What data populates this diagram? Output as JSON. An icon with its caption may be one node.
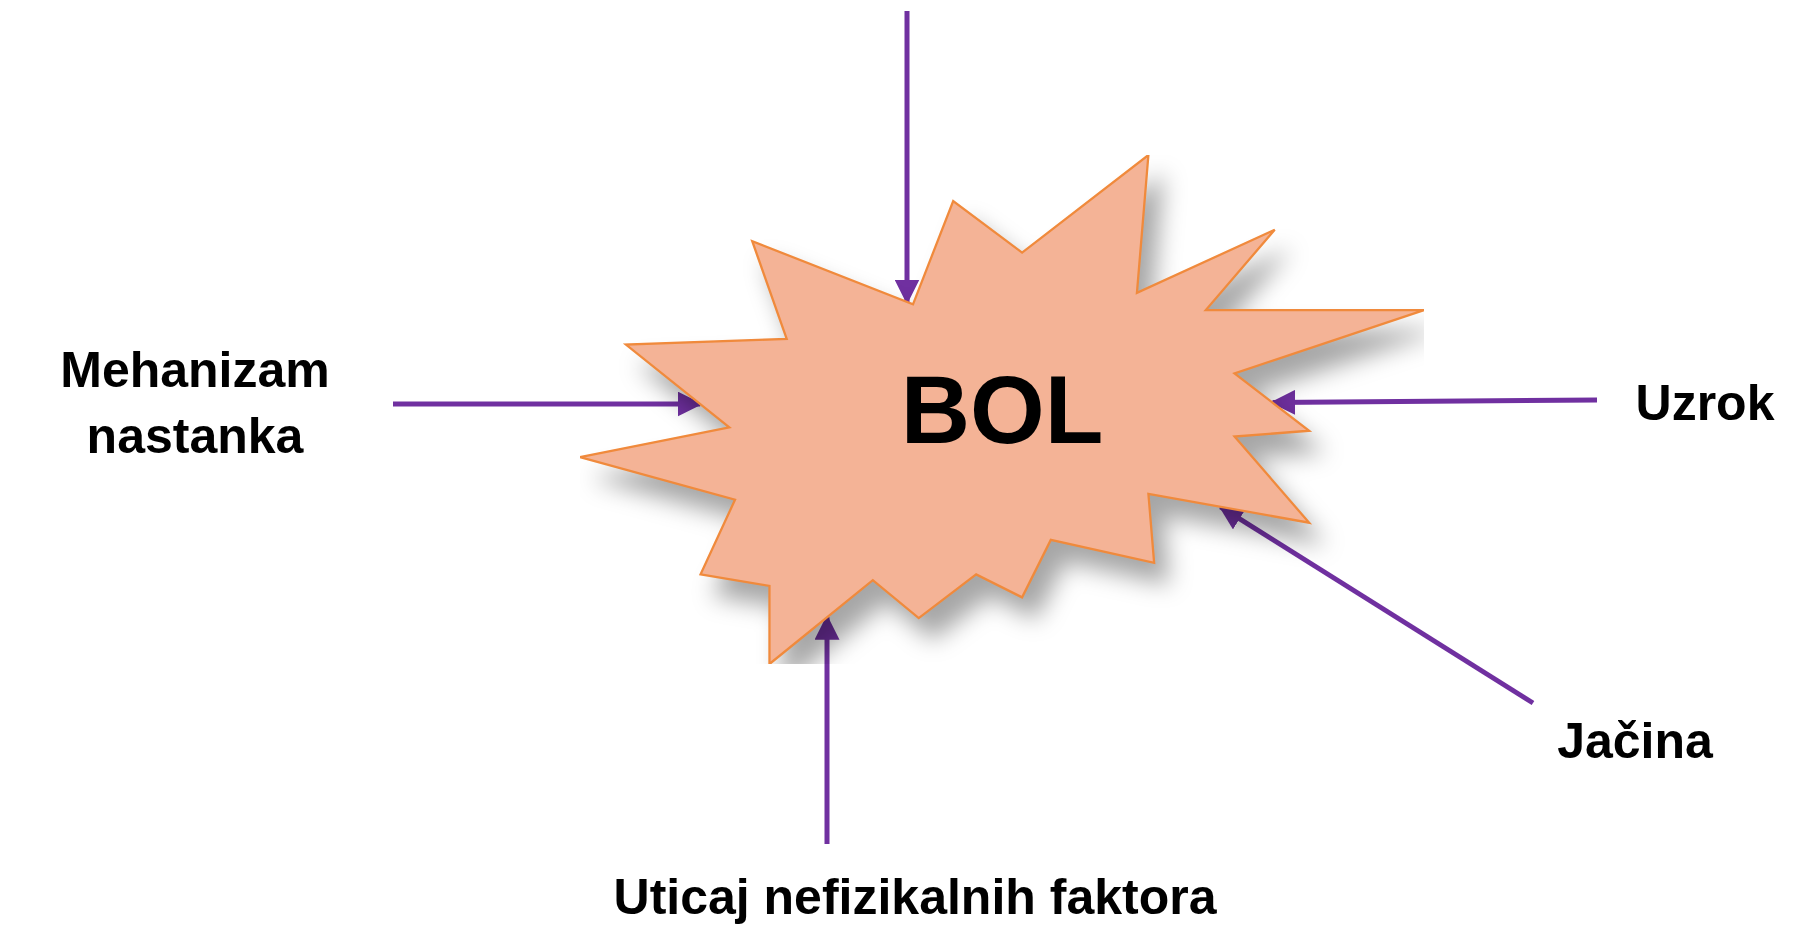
{
  "diagram": {
    "nodes": [
      {
        "text": [
          "Mehanizam nastanka"
        ]
      },
      {
        "text": [
          "BOL"
        ]
      },
      {
        "text": [
          "Uzrok"
        ]
      },
      {
        "text": [
          "Jačina"
        ]
      },
      {
        "text": [
          "Uticaj nefizikalnih faktora"
        ]
      }
    ],
    "edges": [
      {
        "from": null,
        "to": 1,
        "arrow": "to"
      },
      {
        "from": 0,
        "to": 1,
        "arrow": "to"
      },
      {
        "from": 2,
        "to": 1,
        "arrow": "to"
      },
      {
        "from": 3,
        "to": 1,
        "arrow": "to"
      },
      {
        "from": 4,
        "to": 1,
        "arrow": "to"
      }
    ]
  }
}
